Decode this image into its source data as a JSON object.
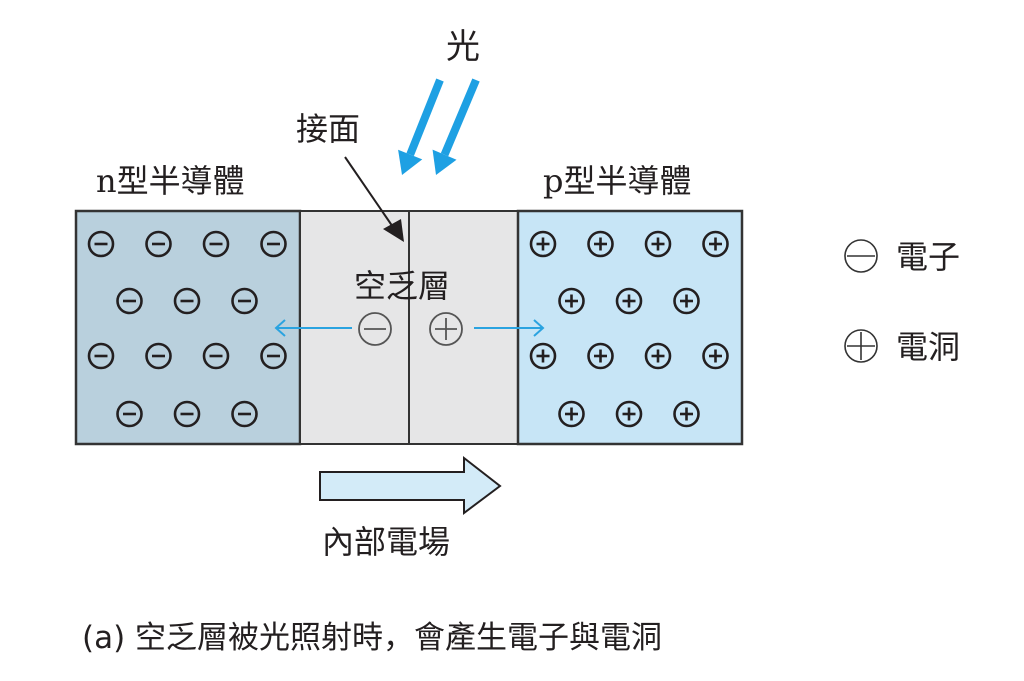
{
  "labels": {
    "light": "光",
    "junction": "接面",
    "n_type": "n型半導體",
    "p_type": "p型半導體",
    "depletion_layer": "空乏層",
    "internal_field": "內部電場",
    "caption": "(a) 空乏層被光照射時，會產生電子與電洞"
  },
  "legend": [
    {
      "symbol": "electron-icon",
      "label": "電子"
    },
    {
      "symbol": "hole-icon",
      "label": "電洞"
    }
  ],
  "regions": {
    "n": {
      "fill": "#b9d0dd",
      "electron_rows": [
        4,
        3,
        4,
        3
      ]
    },
    "depletion": {
      "fill": "#e6e6e7"
    },
    "p": {
      "fill": "#c7e5f6",
      "hole_rows": [
        4,
        3,
        4,
        3
      ]
    }
  },
  "colors": {
    "light_arrow": "#1ea0e3",
    "carrier_arrow": "#2aa3e0",
    "field_arrow_fill": "#d3ebf8",
    "outline": "#333333"
  }
}
